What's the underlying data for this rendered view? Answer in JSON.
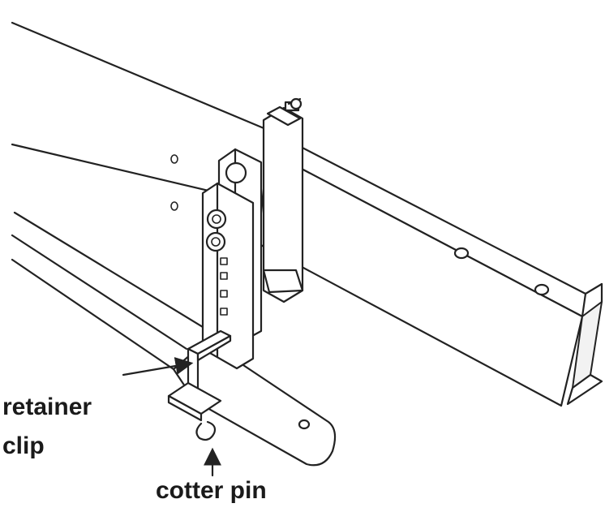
{
  "labels": {
    "retainer_line1": "retainer",
    "retainer_line2": "clip",
    "cotter_pin": "cotter pin"
  },
  "colors": {
    "line": "#222222",
    "background": "#ffffff",
    "text": "#1a1a1a"
  }
}
